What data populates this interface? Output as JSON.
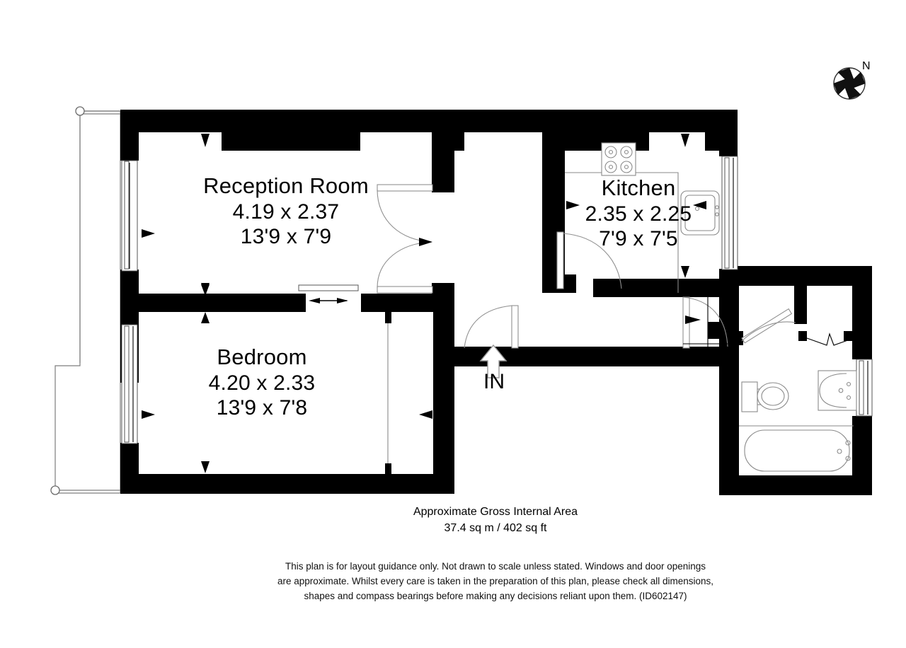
{
  "document": {
    "type": "floor-plan",
    "orientation_label": "N",
    "entrance_label": "IN",
    "compass_icon": "compass-rose-icon"
  },
  "rooms": [
    {
      "id": "reception",
      "name": "Reception Room",
      "dim_metric": "4.19 x 2.37",
      "dim_imperial": "13'9 x 7'9"
    },
    {
      "id": "bedroom",
      "name": "Bedroom",
      "dim_metric": "4.20 x 2.33",
      "dim_imperial": "13'9 x 7'8"
    },
    {
      "id": "kitchen",
      "name": "Kitchen",
      "dim_metric": "2.35 x 2.25",
      "dim_imperial": "7'9 x 7'5"
    }
  ],
  "area": {
    "heading": "Approximate Gross Internal Area",
    "value": "37.4 sq m / 402 sq ft"
  },
  "disclaimer": {
    "line1": "This plan is for layout guidance only. Not drawn to scale unless stated. Windows and door openings",
    "line2": "are approximate. Whilst every care is taken in the preparation of this plan, please check all dimensions,",
    "line3": "shapes and compass bearings before making any decisions reliant upon them. (ID602147)"
  },
  "colors": {
    "wall": "#000000",
    "background": "#ffffff",
    "fixture_stroke": "#8a8a8a",
    "hatch": "#b9b9b9"
  },
  "fixtures": [
    {
      "name": "hob-icon",
      "room": "kitchen",
      "burners": 4
    },
    {
      "name": "sink-icon",
      "room": "kitchen"
    },
    {
      "name": "toilet-icon",
      "room": "bathroom"
    },
    {
      "name": "basin-icon",
      "room": "bathroom"
    },
    {
      "name": "bathtub-icon",
      "room": "bathroom"
    },
    {
      "name": "balcony-hatch",
      "room": "exterior"
    }
  ]
}
